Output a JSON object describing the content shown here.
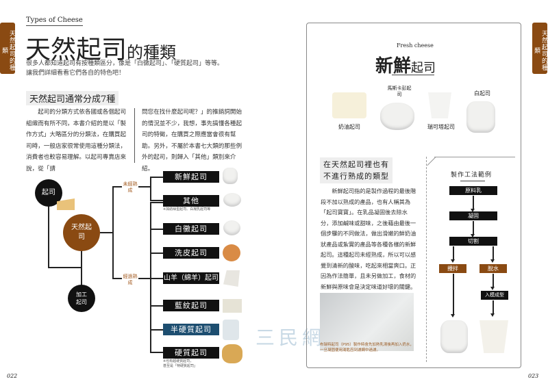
{
  "left_page": {
    "side_tab": "天然起司的種類",
    "eyebrow": "Types of Cheese",
    "title_main": "天然起司",
    "title_suffix": "的種類",
    "intro": [
      "很多人都知道起司有按種類區分，像是「白黴起司」、「硬質起司」等等。",
      "讓我們詳細看看它們各自的特色吧！"
    ],
    "section_heading": "天然起司通常分成7種",
    "col1": "　　起司的分類方式依各國或各個起司組織而有所不同，本書介紹的是以「製作方式」大略區分的分類法，在購買起司時，一般店家很常使用這種分類法，消費者也較容易理解。以起司專賣店來說，從「請",
    "col2": "問您在找什麼起司呢？」的推銷詞開始的情況並不少，我想，事先搞懂各種起司的特徵，在購買之際應當會很有幫助。另外，不屬於本書七大類的那些例外的起司，則歸入「其他」類別來介紹。",
    "diagram": {
      "root": "起司",
      "natural": "天然起司",
      "processed": "加工起司",
      "unripened": "未經熟成",
      "ripened": "經過熟成",
      "types": [
        "新鮮起司",
        "其他",
        "白黴起司",
        "洗皮起司",
        "山羊（綿羊）起司",
        "藍紋起司",
        "半硬質起司",
        "硬質起司"
      ],
      "note_other": "※如紡絲型起司、白凝乳起司等",
      "note_hard": [
        "※也有超硬質起司，",
        "甚至是「特硬質起司」"
      ]
    },
    "page_number": "022"
  },
  "right_page": {
    "side_tab": "天然起司的種類",
    "eyebrow": "Fresh cheese",
    "title_main": "新鮮",
    "title_suffix": "起司",
    "cheeses": [
      "奶油起司",
      "馬斯卡彭起司",
      "瑞可塔起司",
      "白起司"
    ],
    "subheading": [
      "在天然起司裡也有",
      "不進行熟成的類型"
    ],
    "body": "　　新鮮起司指的是製作過程的最後階段不加以熟成的產品，也有人稱其為「起司寶寶」。在乳品凝固後去除水分，添加鹹味或甜味，之後藉由最後一個步驟的不同做法，做出滑嫩的鮮奶油狀產品或紮實的產品等各種各樣的新鮮起司。這種起司未經熟成，所以可以感覺到清新的酸味，吃起來相當爽口。正因為作法簡單，且未另做加工，食材的新鮮與原味會是決定味道好壞的關鍵。",
    "photo_caption": "布瑞特起司（P95）製作時會先加熱乳清後再加入奶水，一旦凝固便用湯匙舀到濾網中過濾。",
    "flow": {
      "title": "製作工法範例",
      "steps": [
        "原料乳",
        "凝固",
        "切割"
      ],
      "branch_left": "攪拌",
      "branch_right": "脫水",
      "branch_right2": "入模成型"
    },
    "page_number": "023"
  },
  "watermark": "三民網路書店",
  "colors": {
    "brown": "#8a4a12",
    "black": "#111111",
    "watermark": "#2a6a9a"
  }
}
